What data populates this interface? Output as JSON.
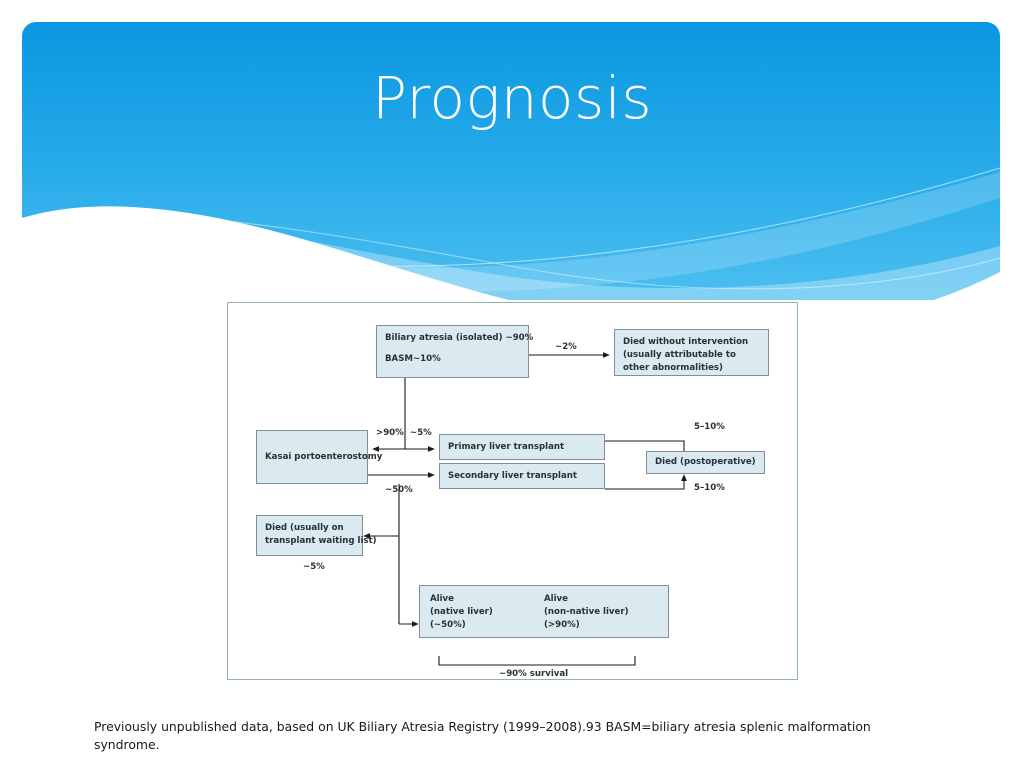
{
  "slide": {
    "title": "Prognosis",
    "caption": "Previously unpublished data, based on UK Biliary Atresia Registry (1999–2008).93 BASM=biliary atresia splenic malformation syndrome.",
    "colors": {
      "banner_top": "#0b97e0",
      "banner_bottom": "#55c3f2",
      "box_fill": "#dbe9f1",
      "box_border": "#7f8f99",
      "frame_border": "#8fb3a6",
      "title_color": "#ffffff"
    }
  },
  "figure": {
    "boxes": {
      "biliary_atresia": {
        "line1": "Biliary atresia (isolated) ~90%",
        "line2": "BASM~10%"
      },
      "died_without_intervention": {
        "line1": "Died without intervention",
        "line2": "(usually attributable to",
        "line3": "other abnormalities)"
      },
      "kasai": {
        "line1": "Kasai portoenterostomy"
      },
      "primary_transplant": {
        "line1": "Primary liver transplant"
      },
      "secondary_transplant": {
        "line1": "Secondary liver transplant"
      },
      "died_postoperative": {
        "line1": "Died (postoperative)"
      },
      "died_waiting_list": {
        "line1": "Died (usually on",
        "line2": "transplant waiting list)"
      },
      "alive_native": {
        "line1": "Alive",
        "line2": "(native liver)",
        "line3": "(~50%)"
      },
      "alive_non_native": {
        "line1": "Alive",
        "line2": "(non-native liver)",
        "line3": "(>90%)"
      }
    },
    "edge_labels": {
      "to_died_no_intervention": "~2%",
      "to_kasai": ">90%",
      "to_primary_transplant": "~5%",
      "to_secondary_transplant": "~50%",
      "postop_death_upper": "5–10%",
      "postop_death_lower": "5–10%",
      "waiting_list_death": "~5%",
      "survival_bracket": "~90% survival"
    }
  }
}
